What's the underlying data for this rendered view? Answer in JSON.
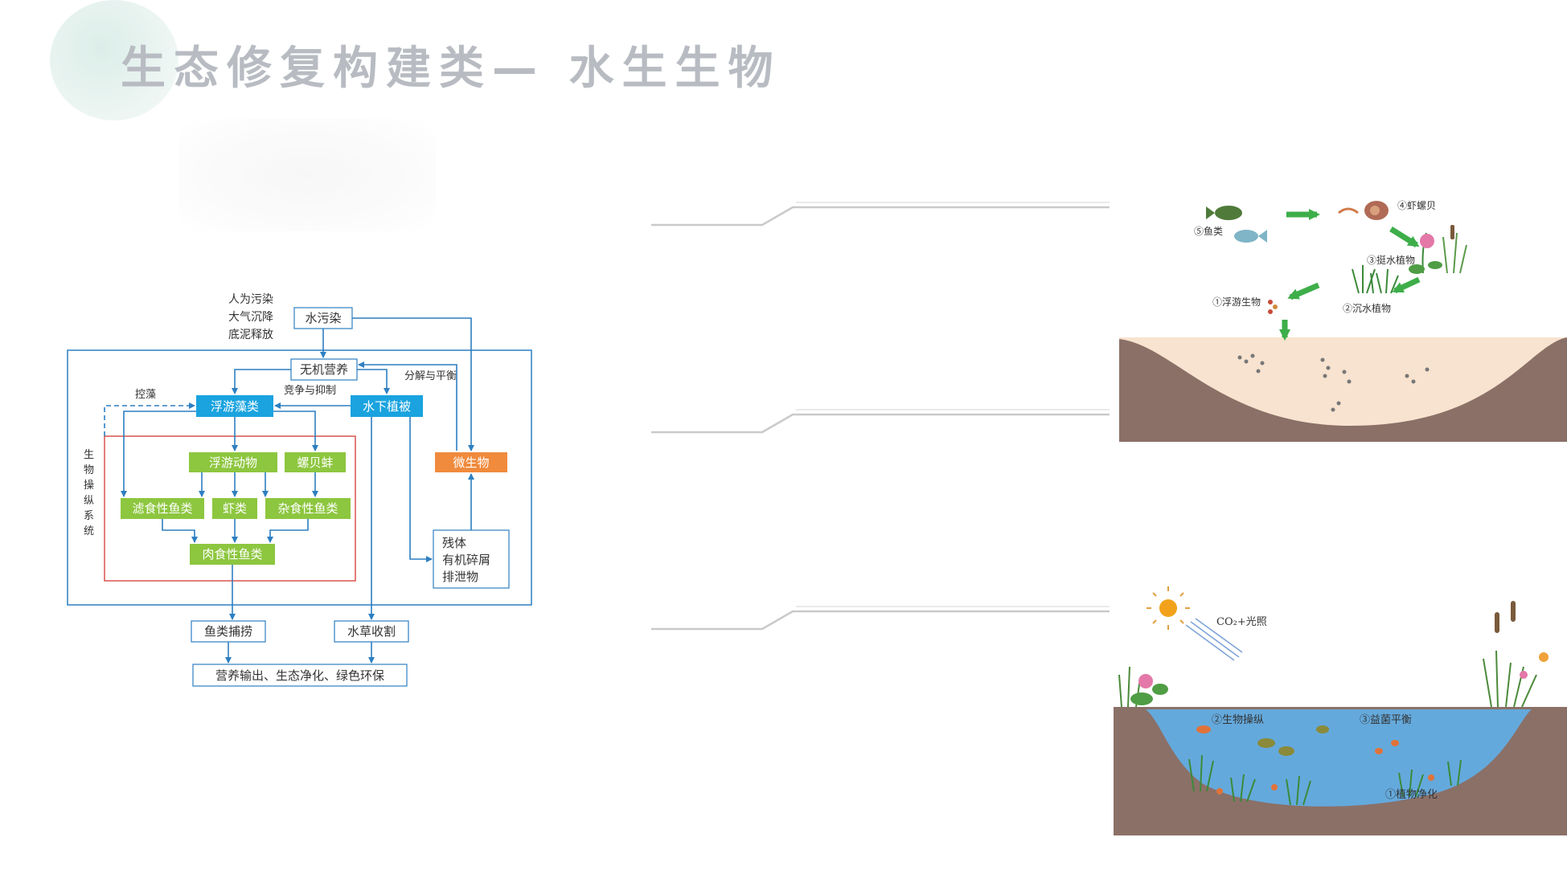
{
  "title": "生态修复构建类— 水生生物",
  "flow": {
    "sources": [
      "人为污染",
      "大气沉降",
      "底泥释放"
    ],
    "water_pollution": "水污染",
    "inorganic_nutrients": "无机营养",
    "decompose_balance": "分解与平衡",
    "algae_control": "控藻",
    "competition": "竞争与抑制",
    "phytoplankton": "浮游藻类",
    "submerged_veg": "水下植被",
    "system_label": [
      "生",
      "物",
      "操",
      "纵",
      "系",
      "统"
    ],
    "zooplankton": "浮游动物",
    "snails": "螺贝蚌",
    "microbes": "微生物",
    "filter_fish": "滤食性鱼类",
    "shrimp": "虾类",
    "omni_fish": "杂食性鱼类",
    "carn_fish": "肉食性鱼类",
    "residue": [
      "残体",
      "有机碎屑",
      "排泄物"
    ],
    "fish_catch": "鱼类捕捞",
    "weed_harvest": "水草收割",
    "output": "营养输出、生态净化、绿色环保"
  },
  "food_web": {
    "fish": "⑤鱼类",
    "shrimp_snail": "④虾螺贝",
    "emergent": "③挺水植物",
    "submerged": "②沉水植物",
    "plankton": "①浮游生物"
  },
  "pond": {
    "co2": "CO₂+光照",
    "bio_control": "②生物操纵",
    "bacteria": "③益菌平衡",
    "plant_purify": "①植物净化"
  },
  "colors": {
    "blue": "#1aa3df",
    "green": "#8dc63f",
    "orange": "#f08a3c",
    "arrow_green": "#3dae49",
    "soil": "#8b7067",
    "water": "#64a9dc"
  }
}
